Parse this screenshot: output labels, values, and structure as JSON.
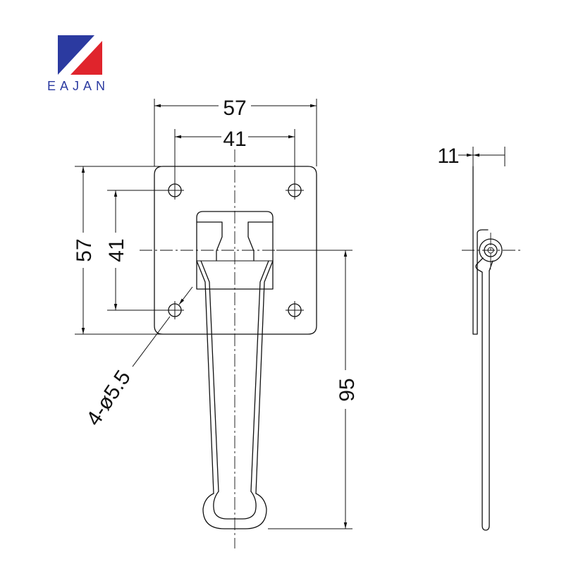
{
  "logo": {
    "text": "EAJAN",
    "colors": {
      "blue": "#2b3aa0",
      "red": "#e0242c"
    }
  },
  "dimensions": {
    "plate_width": "57",
    "hole_spacing_h": "41",
    "plate_height": "57",
    "hole_spacing_v": "41",
    "holes": "4-ø5.5",
    "handle_length": "95",
    "side_depth": "11"
  }
}
